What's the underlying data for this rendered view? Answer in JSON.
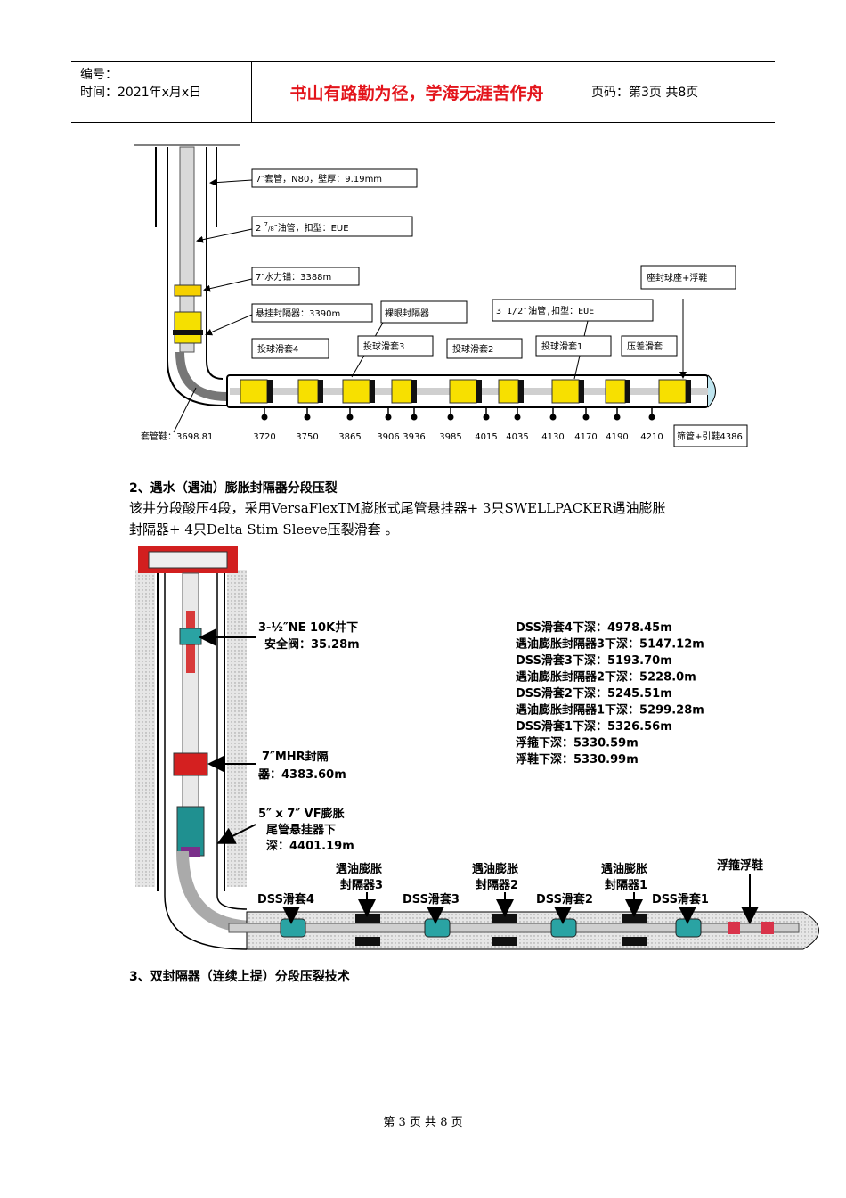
{
  "header": {
    "number_label": "编号：",
    "time_label": "时间：2021年x月x日",
    "motto": "书山有路勤为径，学海无涯苦作舟",
    "page_label": "页码：第3页  共8页"
  },
  "diagram1": {
    "labels": {
      "casing": "7″套管，N80，壁厚：9.19mm",
      "tubing_prefix": "2 ",
      "tubing_sup": "7",
      "tubing_sub": "/8",
      "tubing_rest": "″油管，扣型：EUE",
      "anchor": "7″水力锚：3388m",
      "hanger_packer": "悬挂封隔器：3390m",
      "openhole_packer": "裸眼封隔器",
      "tubing35": "3 1/2″油管,扣型：EUE",
      "ball_seat": "座封球座+浮鞋",
      "sleeve4": "投球滑套4",
      "sleeve3": "投球滑套3",
      "sleeve2": "投球滑套2",
      "sleeve1": "投球滑套1",
      "diff_sleeve": "压差滑套",
      "shoe": "套管鞋：3698.81",
      "screen": "筛管+引鞋4386"
    },
    "depths": [
      "3720",
      "3750",
      "3865",
      "3906",
      "3936",
      "3985",
      "4015",
      "4035",
      "4130",
      "4170",
      "4190",
      "4210"
    ]
  },
  "section2": {
    "heading": "2、遇水（遇油）膨胀封隔器分段压裂",
    "para_line1": "该井分段酸压4段，采用VersaFlexTM膨胀式尾管悬挂器+ 3只SWELLPACKER遇油膨胀",
    "para_line2": "封隔器+ 4只Delta Stim Sleeve压裂滑套 。"
  },
  "diagram2": {
    "safety_valve_1": "3-½″NE 10K井下",
    "safety_valve_2": "安全阀：35.28m",
    "mhr_1": "7″MHR封隔",
    "mhr_2": "器：4383.60m",
    "vf_1": "5″ x 7″ VF膨胀",
    "vf_2": "尾管悬挂器下",
    "vf_3": "深：4401.19m",
    "depth_list": [
      "DSS滑套4下深：4978.45m",
      "遇油膨胀封隔器3下深：5147.12m",
      "DSS滑套3下深：5193.70m",
      "遇油膨胀封隔器2下深：5228.0m",
      "DSS滑套2下深：5245.51m",
      "遇油膨胀封隔器1下深：5299.28m",
      "DSS滑套1下深：5326.56m",
      "浮箍下深：5330.59m",
      "浮鞋下深：5330.99m"
    ],
    "bottom_labels": {
      "dss4": "DSS滑套4",
      "packer3_1": "遇油膨胀",
      "packer3_2": "封隔器3",
      "dss3": "DSS滑套3",
      "packer2_1": "遇油膨胀",
      "packer2_2": "封隔器2",
      "dss2": "DSS滑套2",
      "packer1_1": "遇油膨胀",
      "packer1_2": "封隔器1",
      "dss1": "DSS滑套1",
      "float": "浮箍浮鞋"
    }
  },
  "section3": {
    "heading": "3、双封隔器（连续上提）分段压裂技术"
  },
  "footer": {
    "text": "第 3 页 共 8 页"
  }
}
